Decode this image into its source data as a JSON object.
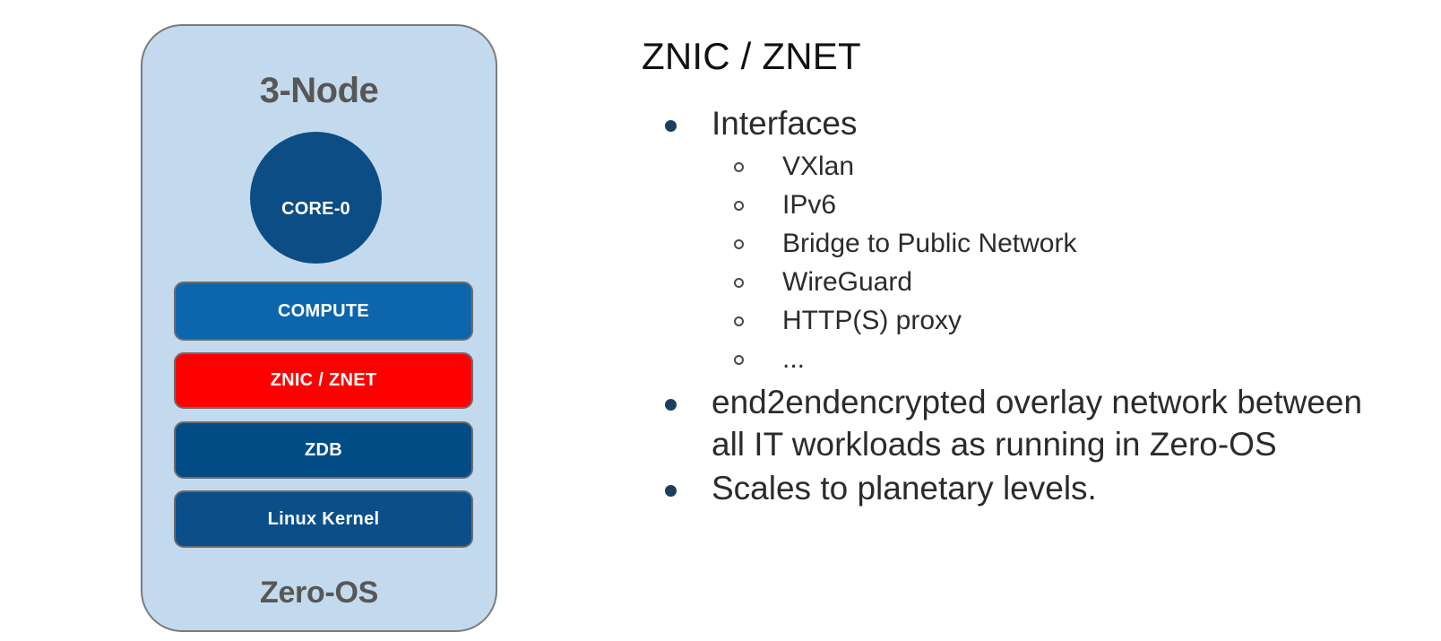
{
  "diagram": {
    "title": "3-Node",
    "footer": "Zero-OS",
    "core": {
      "label": "CORE-0"
    },
    "layers": [
      {
        "label": "COMPUTE",
        "color": "#0d66ab"
      },
      {
        "label": "ZNIC / ZNET",
        "color": "#ff0000"
      },
      {
        "label": "ZDB",
        "color": "#024c86"
      },
      {
        "label": "Linux Kernel",
        "color": "#0b4f8a"
      }
    ],
    "panel_color": "#c3daee",
    "title_color": "#575756"
  },
  "content": {
    "title": "ZNIC / ZNET",
    "bullets": [
      {
        "text": "Interfaces",
        "children": [
          {
            "text": "VXlan"
          },
          {
            "text": "IPv6"
          },
          {
            "text": "Bridge to Public Network"
          },
          {
            "text": "WireGuard"
          },
          {
            "text": "HTTP(S) proxy"
          },
          {
            "text": "..."
          }
        ]
      },
      {
        "text": "end2endencrypted overlay network between all IT workloads as running in Zero-OS",
        "children": []
      },
      {
        "text": "Scales to planetary levels.",
        "children": []
      }
    ],
    "bullet_color": "#1d3f5e",
    "text_color": "#2b2b2b"
  }
}
